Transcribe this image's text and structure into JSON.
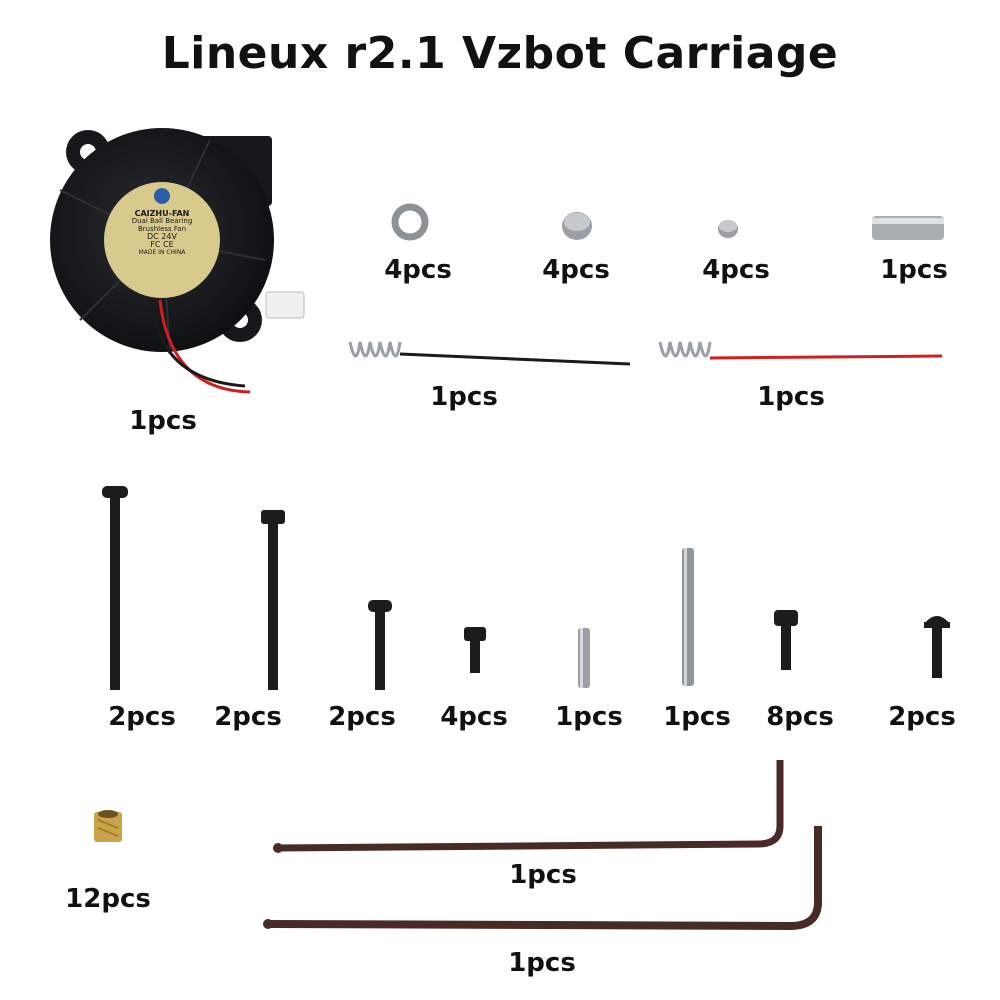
{
  "title": "Lineux r2.1 Vzbot Carriage",
  "fan_label": {
    "brand": "CAIZHU-FAN",
    "line1": "Dual Ball Bearing",
    "line2": "Brushless Fan",
    "line3": "DC 24V",
    "line4": "FC CE",
    "line5": "MADE IN CHINA"
  },
  "quantities": {
    "fan": "1pcs",
    "bearing_ring": "4pcs",
    "magnet_large": "4pcs",
    "magnet_small": "4pcs",
    "sleeve": "1pcs",
    "spring_black": "1pcs",
    "spring_red": "1pcs",
    "screw_1": "2pcs",
    "screw_2": "2pcs",
    "screw_3": "2pcs",
    "screw_4": "4pcs",
    "pin_short": "1pcs",
    "pin_long": "1pcs",
    "screw_7": "8pcs",
    "screw_8": "2pcs",
    "insert": "12pcs",
    "hex_key_1": "1pcs",
    "hex_key_2": "1pcs"
  },
  "colors": {
    "fan_body": "#15171a",
    "fan_label": "#d8c98c",
    "screw": "#1c1c1e",
    "steel": "#9aa0a6",
    "brass": "#c9a24a",
    "hex_key": "#4a2a26",
    "wire_red": "#d11f1f",
    "wire_black": "#1a1a1a"
  }
}
